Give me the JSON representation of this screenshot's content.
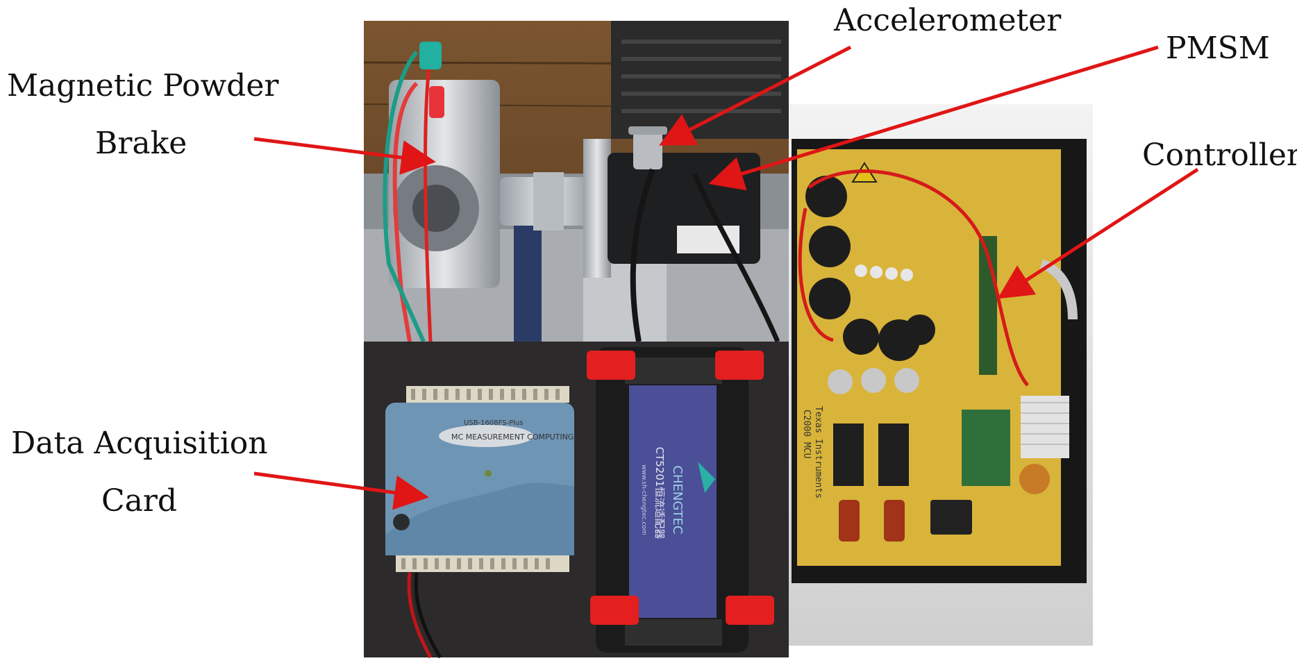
{
  "labels": {
    "magnetic_line1": "Magnetic Powder",
    "magnetic_line2": "Brake",
    "accelerometer": "Accelerometer",
    "pmsm": "PMSM",
    "controller": "Controller",
    "daq_line1": "Data Acquisition",
    "daq_line2": "Card"
  },
  "colors": {
    "arrow": "#e01515",
    "wood": "#6a4a2c",
    "pcb": "#d9b43a",
    "daq_blue": "#6f95b4",
    "conditioner_blue": "#4b4f97",
    "bracket_red": "#e41f1f"
  },
  "photo_text": {
    "daq_brand": "MC MEASUREMENT COMPUTING",
    "daq_model": "USB-1608FS-Plus",
    "cond_brand": "CHENGTEC",
    "cond_model": "CT5201恒流适配器",
    "cond_url": "www.sh-chengtec.com",
    "pcb_brand": "Texas Instruments",
    "pcb_mcu": "C2000 MCU"
  }
}
